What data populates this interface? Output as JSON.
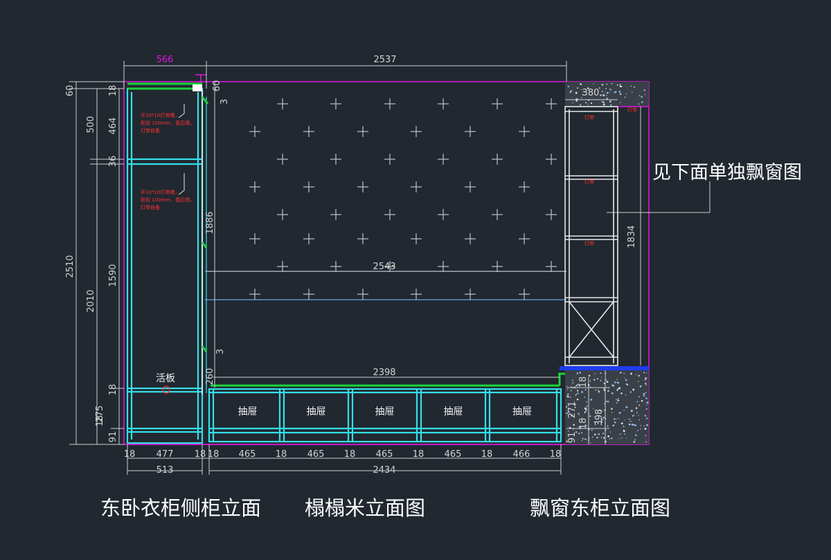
{
  "captions": {
    "left": "东卧衣柜侧柜立面",
    "middle": "榻榻米立面图",
    "right": "飘窗东柜立面图"
  },
  "callout": "见下面单独飘窗图",
  "labels": {
    "drawer": "抽屉",
    "panel": "活板"
  },
  "notes": {
    "light_strip_lines": [
      "开10*10灯带槽，",
      "距前 100mm，靠后墙，",
      "灯带自备"
    ],
    "light_strip_short": "灯带"
  },
  "dimensions": {
    "top_width_magenta": "566",
    "top_overall": "2537",
    "left_outer": [
      "60",
      "2510"
    ],
    "left_mid": [
      "500",
      "2010"
    ],
    "left_inner": [
      "18",
      "464",
      "36",
      "1590",
      "18",
      "275",
      "18",
      "91"
    ],
    "mid_vertical": [
      "60",
      "3",
      "1886",
      "3",
      "260"
    ],
    "wall_width": "2543",
    "bed_width": "2398",
    "window_width": "380",
    "window_height": "1834",
    "window_lower": [
      "18",
      "271",
      "18",
      "91",
      "398"
    ],
    "bottom_row": [
      "18",
      "477",
      "18",
      "18",
      "465",
      "18",
      "465",
      "18",
      "465",
      "18",
      "465",
      "18",
      "466",
      "18"
    ],
    "bottom_totals": [
      "513",
      "2434"
    ]
  },
  "colors": {
    "background": "#212830",
    "cabinet": "#35e0e8",
    "outline": "#e016e0",
    "highlight": "#19d43a",
    "window_sill": "#1f3cf0",
    "notes": "#ff3030"
  }
}
